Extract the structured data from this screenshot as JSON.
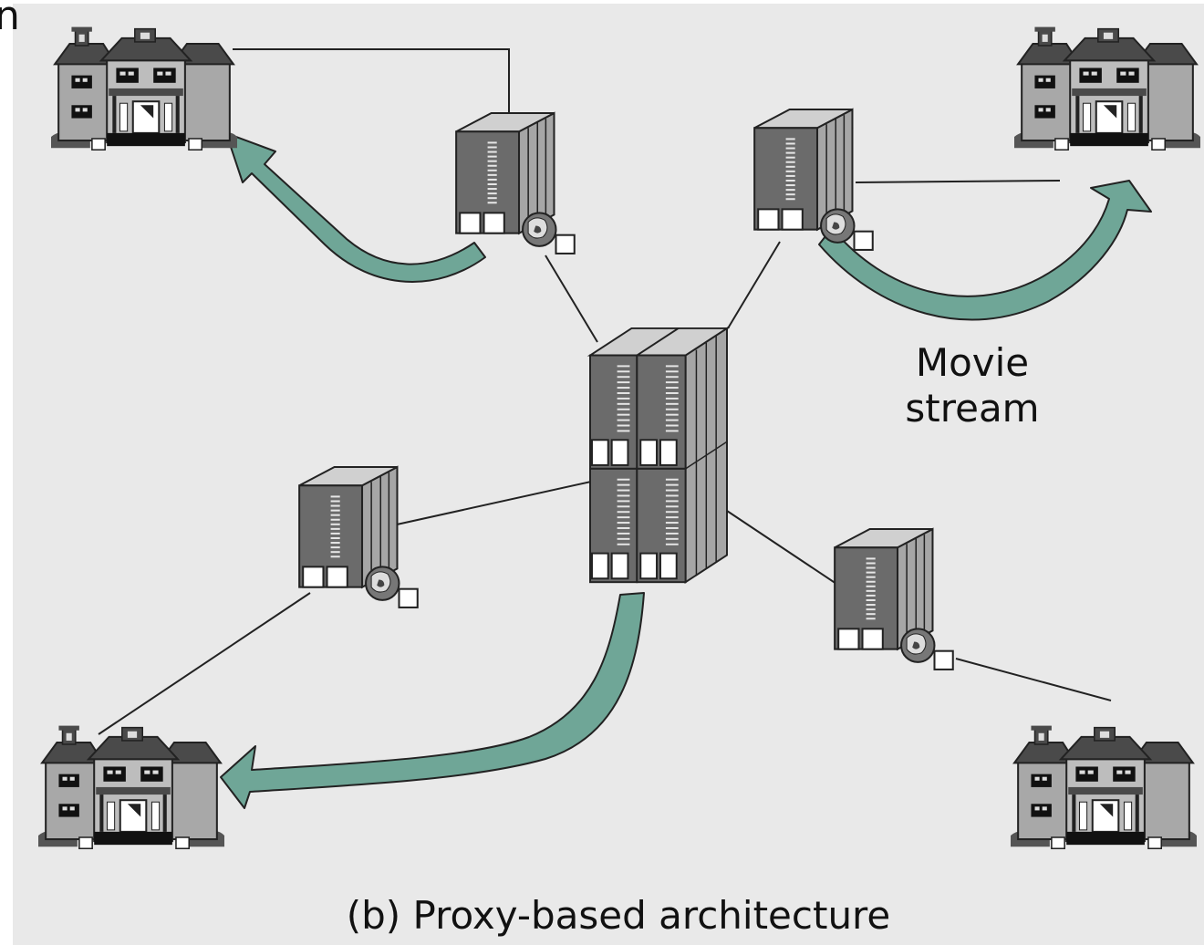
{
  "corner_text": "n",
  "labels": {
    "stream_line1": "Movie",
    "stream_line2": "stream",
    "caption": "(b) Proxy-based architecture"
  },
  "colors": {
    "panel": "#e9e9e9",
    "arrow": "#6fa697",
    "server_dark": "#6b6b6b",
    "server_light": "#a6a6a6",
    "house_body": "#a8a8a8",
    "house_dark": "#4a4a4a",
    "line": "#222222"
  }
}
